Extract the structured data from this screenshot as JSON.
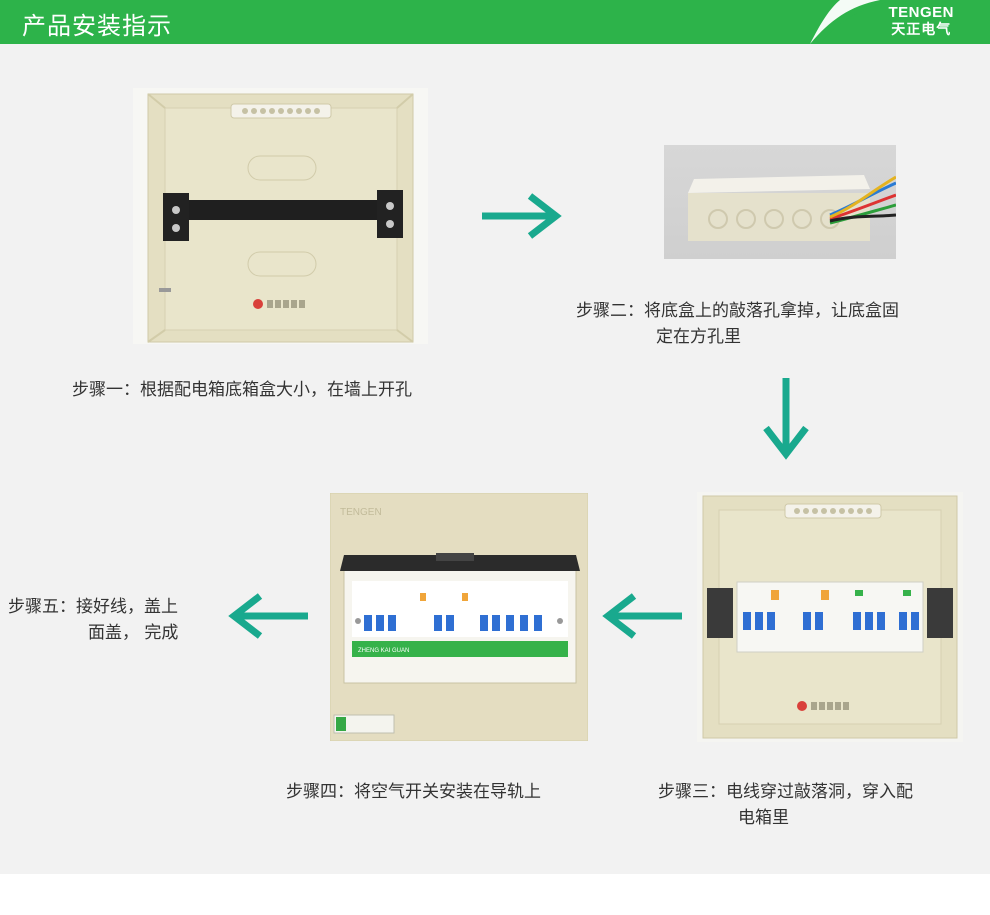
{
  "header": {
    "title": "产品安装指示"
  },
  "logo": {
    "en": "TENGEN",
    "cn": "天正电气"
  },
  "steps": {
    "s1": {
      "label": "步骤一：",
      "text": "根据配电箱底箱盒大小，在墙上开孔"
    },
    "s2": {
      "label": "步骤二：",
      "line1": "将底盒上的敲落孔拿掉，让底盒固",
      "line2": "定在方孔里"
    },
    "s3": {
      "label": "步骤三：",
      "line1": "电线穿过敲落洞，穿入配",
      "line2": "电箱里"
    },
    "s4": {
      "label": "步骤四：",
      "text": "将空气开关安装在导轨上"
    },
    "s5": {
      "label": "步骤五：",
      "line1": "接好线，盖上",
      "line2": "面盖， 完成"
    }
  },
  "photos": {
    "box_brand": "TENGEN",
    "strip_text": "ZHENG KAI GUAN"
  },
  "colors": {
    "header": "#2db34a",
    "arrow": "#19a98e",
    "box": "#e6e1c4"
  }
}
